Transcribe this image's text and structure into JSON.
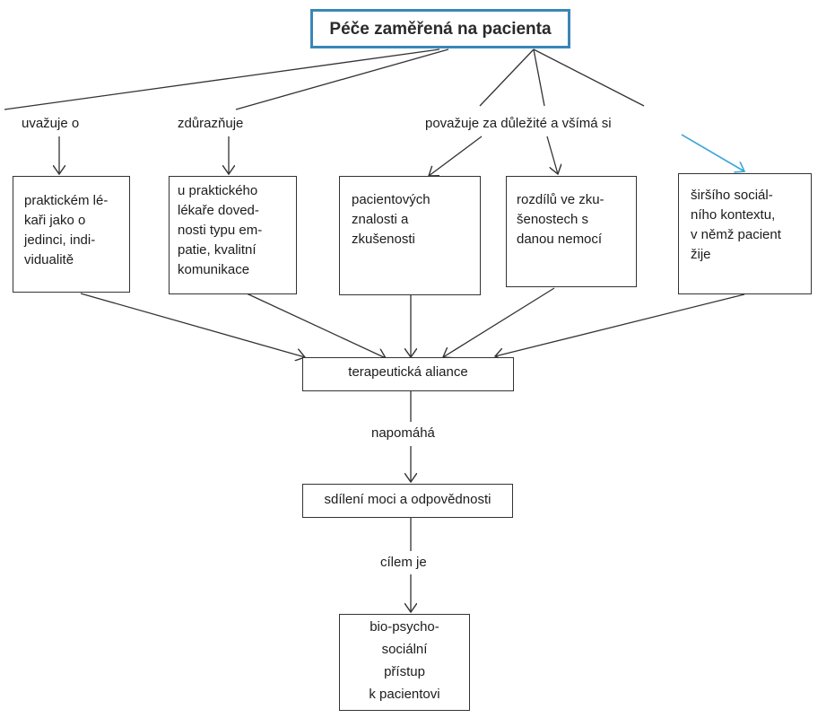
{
  "title": "Péče zaměřená na pacienta",
  "relations": {
    "considers": "uvažuje o",
    "emphasizes": "zdůrazňuje",
    "values": "považuje za důležité a všímá si",
    "facilitates": "napomáhá",
    "goal": "cílem je"
  },
  "aspects": [
    "praktickém lé-\nkaři jako o\njedinci, indi-\nvidualitě",
    "u praktického\nlékaře doved-\nnosti typu em-\npatie, kvalitní\nkomunikace",
    "pacientových\nznalosti a\nzkušenosti",
    "rozdílů ve zku-\nšenostech s\ndanou nemocí",
    "širšího sociál-\nního kontextu,\nv němž pacient\nžije"
  ],
  "alliance": "terapeutická aliance",
  "sharing": "sdílení moci a odpovědnosti",
  "approach": "bio-psycho-\nsociální\npřístup\nk pacientovi",
  "colors": {
    "title_border": "#3b86b8",
    "highlight_arrow": "#3aa6d9",
    "line": "#333333"
  }
}
